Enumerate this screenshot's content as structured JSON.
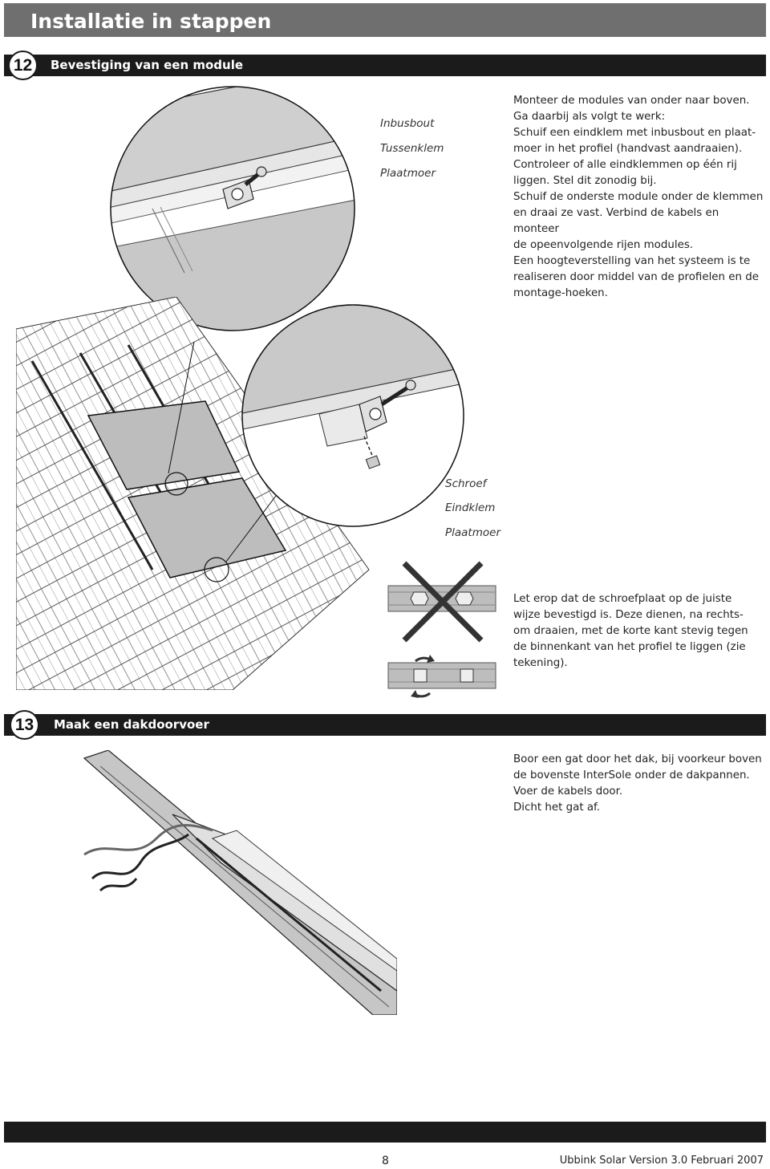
{
  "header": {
    "title": "Installatie in stappen"
  },
  "step12": {
    "number": "12",
    "title": "Bevestiging van een module",
    "callouts_top": [
      "Inbusbout",
      "Tussenklem",
      "Plaatmoer"
    ],
    "instructions": [
      "Monteer de modules van onder naar boven.",
      "Ga daarbij als volgt te werk:",
      "Schuif een eindklem met inbusbout en plaat-",
      "moer in het profiel (handvast aandraaien).",
      "Controleer of alle eindklemmen op één rij",
      "liggen. Stel dit zonodig bij.",
      "Schuif de onderste module onder de klemmen",
      "en draai ze vast. Verbind de kabels en monteer",
      "de opeenvolgende rijen modules.",
      "Een hoogteverstelling van het systeem is te",
      "realiseren door middel van de profielen en de",
      "montage-hoeken."
    ],
    "callouts_bottom": [
      "Schroef",
      "Eindklem",
      "Plaatmoer"
    ],
    "note": [
      "Let erop dat de schroefplaat op de juiste",
      "wijze bevestigd is. Deze dienen, na rechts-",
      "om draaien, met de korte kant stevig tegen",
      "de binnenkant van het profiel te liggen (zie",
      "tekening)."
    ]
  },
  "step13": {
    "number": "13",
    "title": "Maak een dakdoorvoer",
    "instructions": [
      "Boor een gat door het dak, bij voorkeur boven",
      "de bovenste InterSole onder de dakpannen.",
      "Voer de kabels door.",
      "Dicht het gat af."
    ]
  },
  "footer": {
    "page_number": "8",
    "text": "Ubbink Solar Version 3.0 Februari 2007"
  }
}
